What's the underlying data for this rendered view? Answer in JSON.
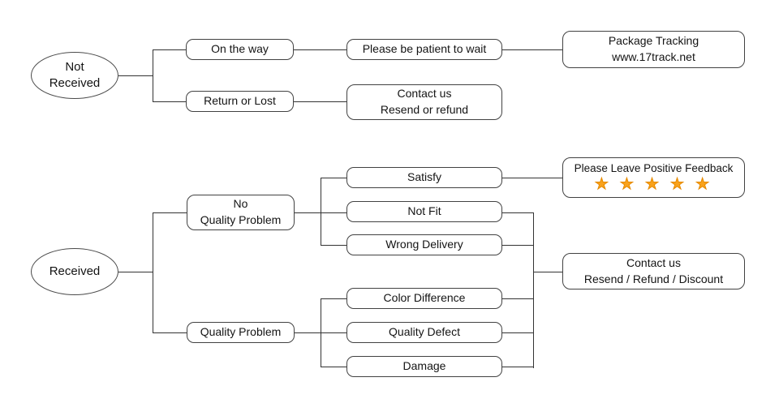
{
  "diagram": {
    "type": "flowchart",
    "nodes": {
      "not_received": "Not\nReceived",
      "on_the_way": "On the way",
      "be_patient": "Please be patient to wait",
      "package_tracking": "Package Tracking\nwww.17track.net",
      "return_or_lost": "Return or Lost",
      "contact_resend_refund": "Contact us\nResend or refund",
      "received": "Received",
      "no_quality_problem": "No\nQuality Problem",
      "quality_problem": "Quality Problem",
      "satisfy": "Satisfy",
      "not_fit": "Not Fit",
      "wrong_delivery": "Wrong Delivery",
      "color_difference": "Color Difference",
      "quality_defect": "Quality Defect",
      "damage": "Damage",
      "positive_feedback": "Please Leave Positive Feedback",
      "feedback_stars": "★ ★ ★ ★ ★",
      "feedback_star_count": 5,
      "contact_resend_refund_discount": "Contact us\nResend / Refund / Discount"
    },
    "edges": [
      [
        "not_received",
        "on_the_way"
      ],
      [
        "not_received",
        "return_or_lost"
      ],
      [
        "on_the_way",
        "be_patient"
      ],
      [
        "be_patient",
        "package_tracking"
      ],
      [
        "return_or_lost",
        "contact_resend_refund"
      ],
      [
        "received",
        "no_quality_problem"
      ],
      [
        "received",
        "quality_problem"
      ],
      [
        "no_quality_problem",
        "satisfy"
      ],
      [
        "no_quality_problem",
        "not_fit"
      ],
      [
        "no_quality_problem",
        "wrong_delivery"
      ],
      [
        "quality_problem",
        "color_difference"
      ],
      [
        "quality_problem",
        "quality_defect"
      ],
      [
        "quality_problem",
        "damage"
      ],
      [
        "satisfy",
        "positive_feedback"
      ],
      [
        "not_fit",
        "contact_resend_refund_discount"
      ],
      [
        "wrong_delivery",
        "contact_resend_refund_discount"
      ],
      [
        "color_difference",
        "contact_resend_refund_discount"
      ],
      [
        "quality_defect",
        "contact_resend_refund_discount"
      ],
      [
        "damage",
        "contact_resend_refund_discount"
      ]
    ],
    "colors": {
      "background": "#FFFFFF",
      "box_border": "#424242",
      "line": "#333333",
      "text": "#141414",
      "star_fill": "#F9A21B",
      "star_outline": "#E68A00"
    }
  }
}
